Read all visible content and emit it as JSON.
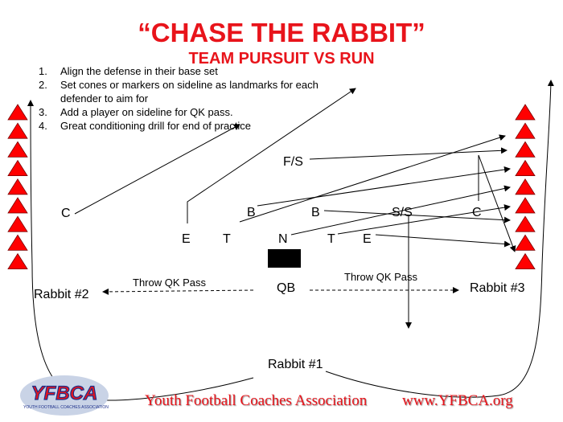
{
  "title": "“CHASE THE RABBIT”",
  "subtitle": "TEAM PURSUIT VS RUN",
  "instructions": [
    {
      "num": "1.",
      "text": "Align the defense in their base set"
    },
    {
      "num": "2.",
      "text": "Set cones or markers on sideline as landmarks for each defender to aim for"
    },
    {
      "num": "3.",
      "text": "Add a player on sideline for QK pass."
    },
    {
      "num": "4.",
      "text": "Great conditioning drill for end of practice"
    }
  ],
  "players": {
    "c_left": "C",
    "e_left": "E",
    "t_left": "T",
    "n": "N",
    "t_right": "T",
    "e_right": "E",
    "b_left": "B",
    "b_right": "B",
    "ss": "S/S",
    "c_right": "C",
    "fs": "F/S",
    "qb": "QB"
  },
  "rabbits": {
    "r1": "Rabbit #1",
    "r2": "Rabbit #2",
    "r3": "Rabbit #3"
  },
  "pass_labels": {
    "left": "Throw QK Pass",
    "right": "Throw QK Pass"
  },
  "footer": {
    "org": "Youth Football Coaches Association",
    "url": "www.YFBCA.org",
    "logo_text": "YFBCA",
    "logo_sub": "YOUTH FOOTBALL COACHES ASSOCIATION"
  },
  "colors": {
    "accent": "#e8141b",
    "cone": "#ff0000"
  }
}
